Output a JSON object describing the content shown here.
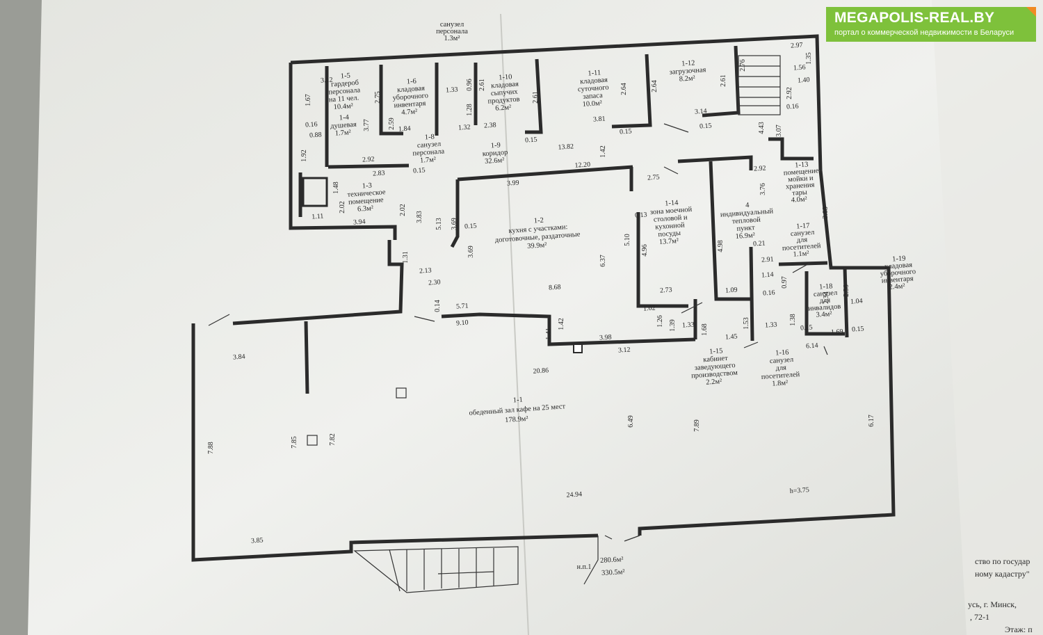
{
  "logo": {
    "brand": "MEGAPOLIS-REAL.BY",
    "tagline": "портал о коммерческой недвижимости в Беларуси"
  },
  "rooms": [
    {
      "id": "1-1",
      "lines": [
        "1-1",
        "обеденный зал кафе на 25 мест",
        "178.9м²"
      ]
    },
    {
      "id": "1-2",
      "lines": [
        "1-2",
        "кухня с участками:",
        "доготовочные, раздаточные",
        "39.9м²"
      ]
    },
    {
      "id": "1-3",
      "lines": [
        "1-3",
        "техническое",
        "помещение",
        "6.3м²"
      ]
    },
    {
      "id": "1-4",
      "lines": [
        "1-4",
        "душевая",
        "1.7м²"
      ]
    },
    {
      "id": "1-5",
      "lines": [
        "1-5",
        "гардероб",
        "персонала",
        "на 11 чел.",
        "10.4м²"
      ]
    },
    {
      "id": "1-6",
      "lines": [
        "1-6",
        "кладовая",
        "уборочного",
        "инвентаря",
        "4.7м²"
      ]
    },
    {
      "id": "1-7",
      "lines": [
        "санузел",
        "персонала",
        "1.3м²"
      ]
    },
    {
      "id": "1-8",
      "lines": [
        "1-8",
        "санузел",
        "персонала",
        "1.7м²"
      ]
    },
    {
      "id": "1-9",
      "lines": [
        "1-9",
        "коридор",
        "32.6м²"
      ]
    },
    {
      "id": "1-10",
      "lines": [
        "1-10",
        "кладовая",
        "сыпучих",
        "продуктов",
        "6.2м²"
      ]
    },
    {
      "id": "1-11",
      "lines": [
        "1-11",
        "кладовая",
        "суточного",
        "запаса",
        "10.0м²"
      ]
    },
    {
      "id": "1-12",
      "lines": [
        "1-12",
        "загрузочная",
        "8.2м²"
      ]
    },
    {
      "id": "1-13",
      "lines": [
        "1-13",
        "помещение",
        "мойки и",
        "хранения",
        "тары",
        "4.0м²"
      ]
    },
    {
      "id": "1-14",
      "lines": [
        "1-14",
        "зона моечной",
        "столовой и",
        "кухонной",
        "посуды",
        "13.7м²"
      ]
    },
    {
      "id": "4",
      "lines": [
        "4",
        "индивидуальный",
        "тепловой",
        "пункт",
        "16.9м²"
      ]
    },
    {
      "id": "1-15",
      "lines": [
        "1-15",
        "кабинет",
        "заведующего",
        "производством",
        "2.2м²"
      ]
    },
    {
      "id": "1-16",
      "lines": [
        "1-16",
        "санузел",
        "для",
        "посетителей",
        "1.8м²"
      ]
    },
    {
      "id": "1-17",
      "lines": [
        "1-17",
        "санузел",
        "для",
        "посетителей",
        "1.1м²"
      ]
    },
    {
      "id": "1-18",
      "lines": [
        "1-18",
        "санузел",
        "для",
        "инвалидов",
        "3.4м²"
      ]
    },
    {
      "id": "1-19",
      "lines": [
        "1-19",
        "кладовая",
        "уборочного",
        "инвентаря",
        "2.4м²"
      ]
    }
  ],
  "dimensions": [
    "3.12",
    "1.67",
    "0.16",
    "0.88",
    "1.92",
    "2.75",
    "2.59",
    "1.84",
    "1.33",
    "0.96",
    "1.28",
    "1.32",
    "2.61",
    "2.38",
    "0.15",
    "2.61",
    "13.82",
    "1.42",
    "2.64",
    "3.81",
    "0.15",
    "2.64",
    "3.14",
    "0.15",
    "2.61",
    "2.76",
    "2.97",
    "1.35",
    "1.56",
    "1.40",
    "2.92",
    "0.16",
    "4.43",
    "3.07",
    "2.92",
    "3.76",
    "3.88",
    "12.20",
    "3.99",
    "2.75",
    "2.83",
    "2.92",
    "0.15",
    "1.48",
    "2.02",
    "3.94",
    "1.11",
    "2.02",
    "3.83",
    "5.13",
    "3.69",
    "0.15",
    "3.69",
    "1.31",
    "2.13",
    "2.30",
    "0.13",
    "5.10",
    "4.96",
    "6.37",
    "8.68",
    "2.73",
    "1.02",
    "4.98",
    "0.21",
    "1.09",
    "2.91",
    "1.14",
    "0.97",
    "0.16",
    "2.34",
    "2.36",
    "1.04",
    "1.38",
    "1.33",
    "1.53",
    "0.15",
    "1.69",
    "0.15",
    "6.14",
    "0.14",
    "5.71",
    "9.10",
    "1.41",
    "1.42",
    "3.98",
    "3.12",
    "1.26",
    "1.39",
    "1.33",
    "1.68",
    "1.45",
    "3.84",
    "20.86",
    "6.49",
    "7.89",
    "7.88",
    "7.85",
    "7.82",
    "6.17",
    "24.94",
    "3.85",
    "3.77"
  ],
  "height_note": "h=3.75",
  "totals": {
    "label": "н.п.1",
    "area1": "280.6м²",
    "area2": "330.5м²"
  },
  "stamp_fragments": [
    "ство по государ",
    "ному кадастру\"",
    "усь, г. Минск,",
    ", 72-1",
    "Этаж: п"
  ]
}
